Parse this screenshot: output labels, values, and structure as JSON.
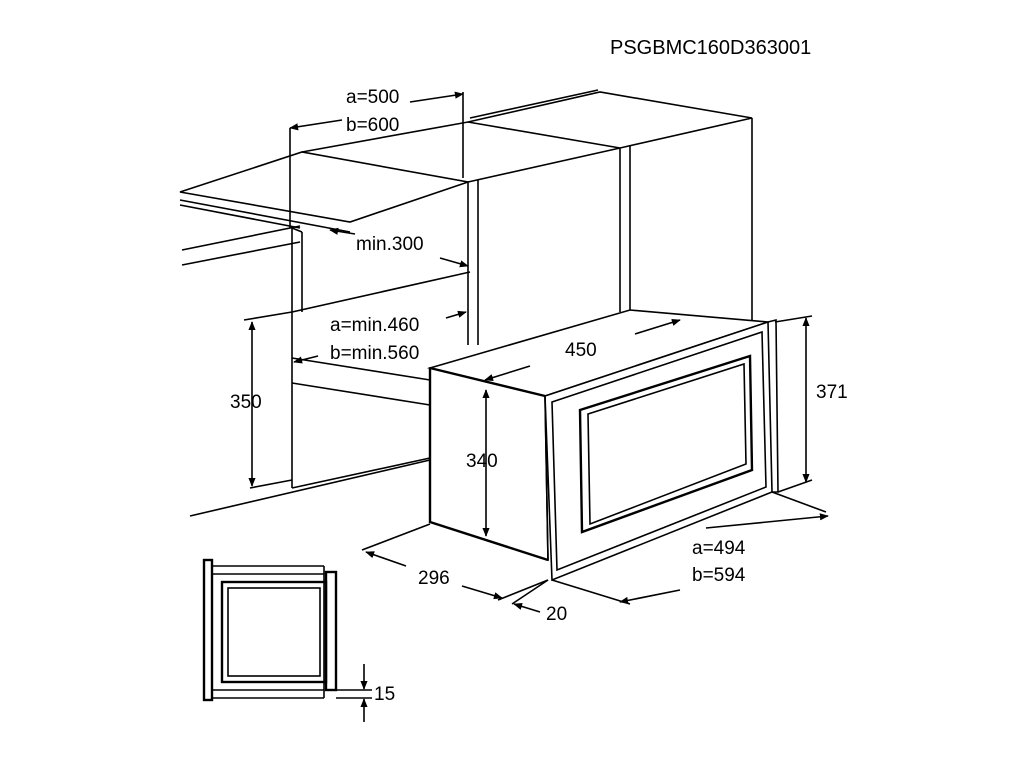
{
  "drawing": {
    "code": "PSGBMC160D363001",
    "dims": {
      "a500": "a=500",
      "b600": "b=600",
      "min300": "min.300",
      "amin460": "a=min.460",
      "bmin560": "b=min.560",
      "d350": "350",
      "d450": "450",
      "d371": "371",
      "d340": "340",
      "d296": "296",
      "a494": "a=494",
      "b594": "b=594",
      "d20": "20",
      "d15": "15"
    }
  }
}
